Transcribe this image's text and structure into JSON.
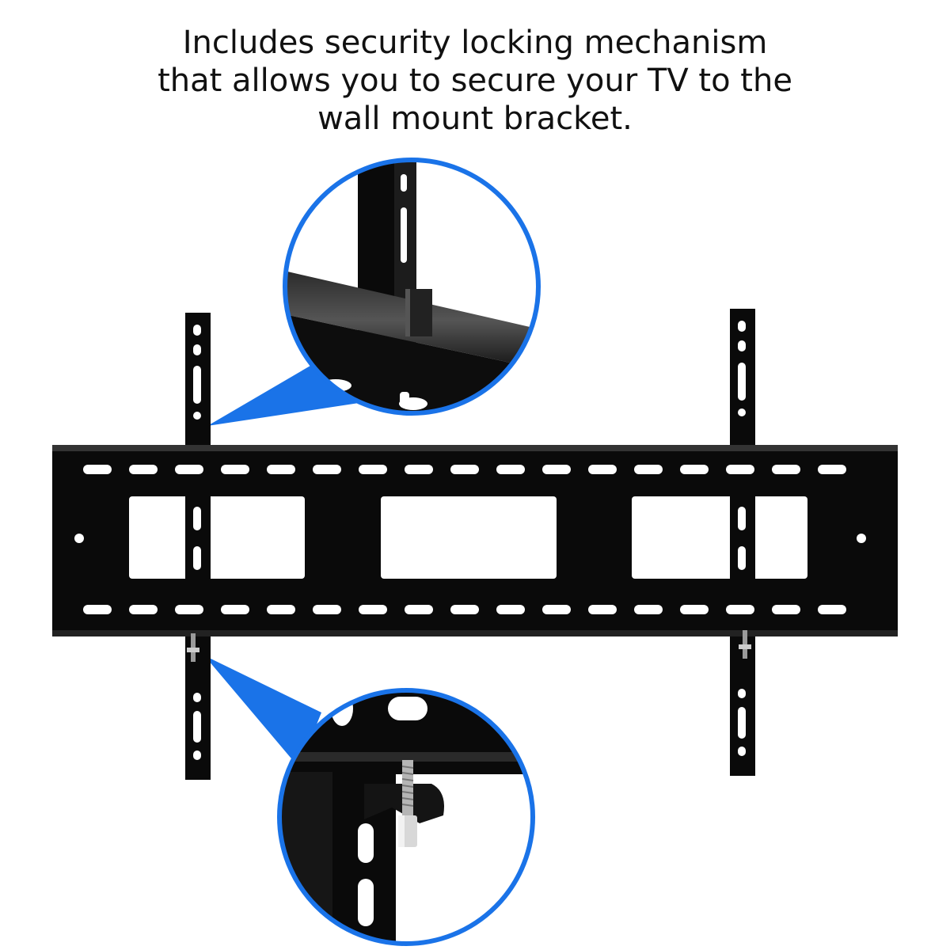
{
  "caption": {
    "lines": [
      "Includes security locking mechanism",
      "that allows you to secure your TV to the",
      "wall mount bracket."
    ]
  },
  "colors": {
    "background": "#ffffff",
    "bracket": "#0a0a0a",
    "callout_accent": "#1a73e8",
    "text": "#111111"
  },
  "callouts": [
    {
      "subject": "top-hook-detail"
    },
    {
      "subject": "bottom-locking-bolt-detail"
    }
  ]
}
